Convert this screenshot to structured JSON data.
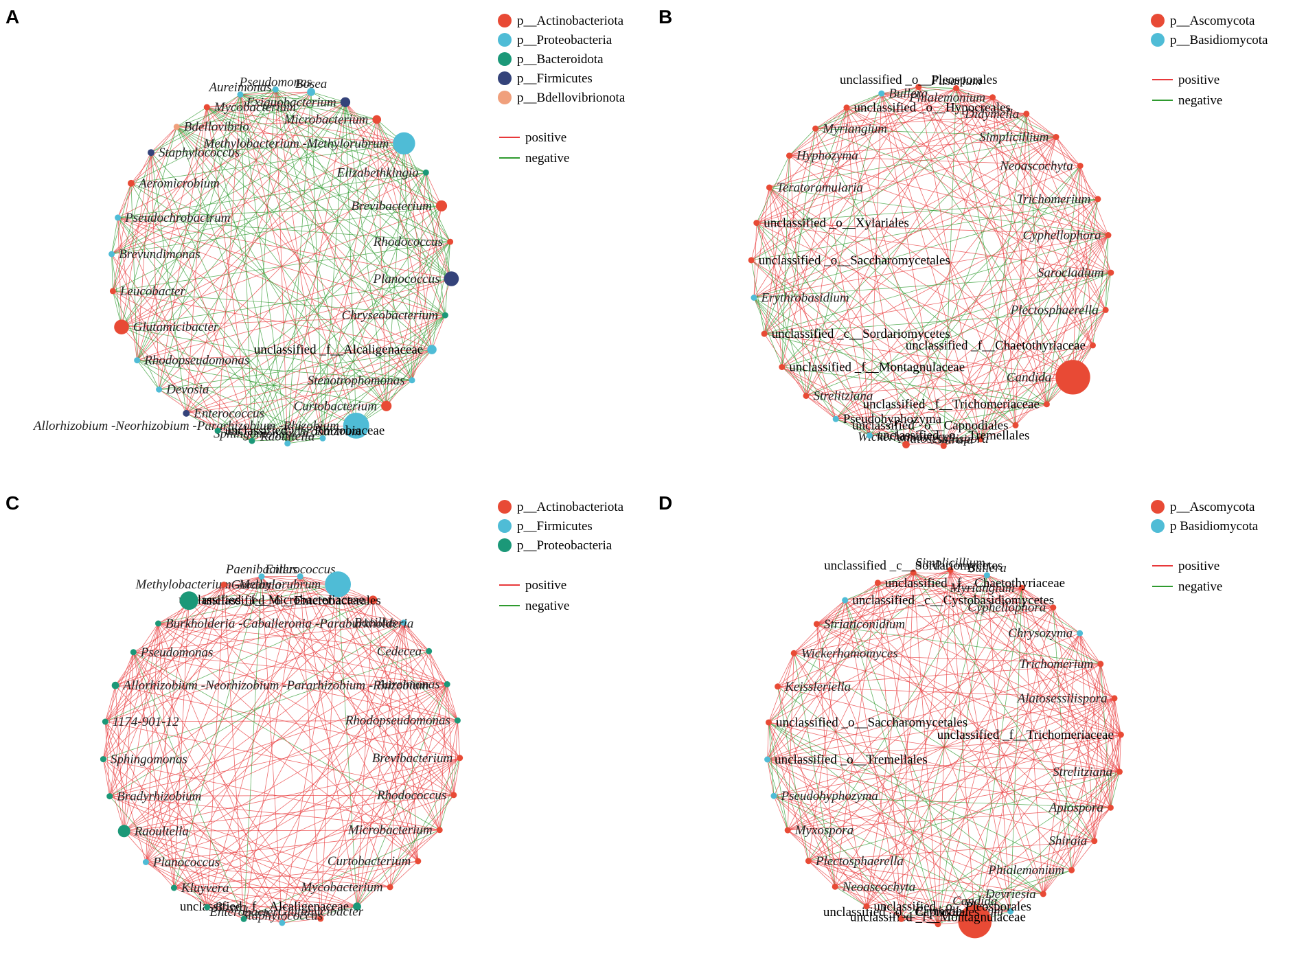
{
  "colors": {
    "positive_edge": "#e8383a",
    "negative_edge": "#2e9a2e",
    "red_node": "#e84a35",
    "blue_node": "#4fbcd6",
    "green_node": "#1b9878",
    "navy_node": "#34437a",
    "salmon_node": "#f0a07c"
  },
  "legend_edges": {
    "positive": "positive",
    "negative": "negative"
  },
  "panels": [
    {
      "id": "A",
      "label": "A",
      "legend": [
        {
          "text": "p__Actinobacteriota",
          "color": "#e84a35"
        },
        {
          "text": "p__Proteobacteria",
          "color": "#4fbcd6"
        },
        {
          "text": "p__Bacteroidota",
          "color": "#1b9878"
        },
        {
          "text": "p__Firmicutes",
          "color": "#34437a"
        },
        {
          "text": "p__Bdellovibrionota",
          "color": "#f0a07c"
        }
      ],
      "nodes": [
        {
          "label": "Pseudomonas",
          "color": "#4fbcd6",
          "size": 1
        },
        {
          "label": "Bosea",
          "color": "#4fbcd6",
          "size": 1.3
        },
        {
          "label": "Exiguobacterium",
          "color": "#34437a",
          "size": 1.6
        },
        {
          "label": "Microbacterium",
          "color": "#e84a35",
          "size": 1.4
        },
        {
          "label": "Methylobacterium -Methylorubrum",
          "color": "#4fbcd6",
          "size": 3.6
        },
        {
          "label": "Elizabethkingia",
          "color": "#1b9878",
          "size": 1
        },
        {
          "label": "Brevibacterium",
          "color": "#e84a35",
          "size": 1.8
        },
        {
          "label": "Rhodococcus",
          "color": "#e84a35",
          "size": 1
        },
        {
          "label": "Planococcus",
          "color": "#34437a",
          "size": 2.4
        },
        {
          "label": "Chryseobacterium",
          "color": "#1b9878",
          "size": 1
        },
        {
          "label": "unclassified _f__Alcaligenaceae",
          "color": "#4fbcd6",
          "size": 1.5,
          "plain": true
        },
        {
          "label": "Stenotrophomonas",
          "color": "#4fbcd6",
          "size": 1
        },
        {
          "label": "Curtobacterium",
          "color": "#e84a35",
          "size": 1.7
        },
        {
          "label": "Allorhizobium -Neorhizobium -Pararhizobium -Rhizobium",
          "color": "#4fbcd6",
          "size": 4.2
        },
        {
          "label": "Ochrobactrum",
          "color": "#4fbcd6",
          "size": 1
        },
        {
          "label": "Raoultella",
          "color": "#4fbcd6",
          "size": 1
        },
        {
          "label": "Sphingomonas",
          "color": "#1b9878",
          "size": 1
        },
        {
          "label": "unclassified _f__Rhizobiaceae",
          "color": "#1b9878",
          "size": 1,
          "plain": true
        },
        {
          "label": "Enterococcus",
          "color": "#34437a",
          "size": 1.1
        },
        {
          "label": "Devosia",
          "color": "#4fbcd6",
          "size": 1
        },
        {
          "label": "Rhodopseudomonas",
          "color": "#4fbcd6",
          "size": 1
        },
        {
          "label": "Glutamicibacter",
          "color": "#e84a35",
          "size": 2.4
        },
        {
          "label": "Leucobacter",
          "color": "#e84a35",
          "size": 1
        },
        {
          "label": "Brevundimonas",
          "color": "#4fbcd6",
          "size": 1
        },
        {
          "label": "Pseudochrobactrum",
          "color": "#4fbcd6",
          "size": 1
        },
        {
          "label": "Aeromicrobium",
          "color": "#e84a35",
          "size": 1.1
        },
        {
          "label": "Staphylococcus",
          "color": "#34437a",
          "size": 1.1
        },
        {
          "label": "Bdellovibrio",
          "color": "#f0a07c",
          "size": 1
        },
        {
          "label": "Mycobacterium",
          "color": "#e84a35",
          "size": 1
        },
        {
          "label": "Aureimonas",
          "color": "#4fbcd6",
          "size": 1
        }
      ]
    },
    {
      "id": "B",
      "label": "B",
      "legend": [
        {
          "text": "p__Ascomycota",
          "color": "#e84a35"
        },
        {
          "text": "p__Basidiomycota",
          "color": "#4fbcd6"
        }
      ],
      "nodes": [
        {
          "label": "Fusarium",
          "color": "#e84a35",
          "size": 1
        },
        {
          "label": "Phialemonium",
          "color": "#e84a35",
          "size": 1
        },
        {
          "label": "Didymella",
          "color": "#e84a35",
          "size": 1
        },
        {
          "label": "Simplicillium",
          "color": "#e84a35",
          "size": 1
        },
        {
          "label": "Neoascochyta",
          "color": "#e84a35",
          "size": 1
        },
        {
          "label": "Trichomerium",
          "color": "#e84a35",
          "size": 1
        },
        {
          "label": "Cyphellophora",
          "color": "#e84a35",
          "size": 1
        },
        {
          "label": "Sarocladium",
          "color": "#e84a35",
          "size": 1
        },
        {
          "label": "Plectosphaerella",
          "color": "#e84a35",
          "size": 1
        },
        {
          "label": "unclassified _f__Chaetothyriaceae",
          "color": "#e84a35",
          "size": 1,
          "plain": true
        },
        {
          "label": "Candida",
          "color": "#e84a35",
          "size": 5.6
        },
        {
          "label": "unclassified _f__Trichomeriaceae",
          "color": "#e84a35",
          "size": 1,
          "plain": true
        },
        {
          "label": "unclassified _o__Capnodiales",
          "color": "#e84a35",
          "size": 1,
          "plain": true
        },
        {
          "label": "Shiraia",
          "color": "#e84a35",
          "size": 1
        },
        {
          "label": "Alatosessilispora",
          "color": "#e84a35",
          "size": 1
        },
        {
          "label": "Wickerhamomyces",
          "color": "#e84a35",
          "size": 1.2
        },
        {
          "label": "unclassified _o__Tremellales",
          "color": "#4fbcd6",
          "size": 1,
          "plain": true
        },
        {
          "label": "Pseudohyphozyma",
          "color": "#4fbcd6",
          "size": 1,
          "plain": true
        },
        {
          "label": "Strelitziana",
          "color": "#e84a35",
          "size": 1
        },
        {
          "label": "unclassified _f__Montagnulaceae",
          "color": "#e84a35",
          "size": 1,
          "plain": true
        },
        {
          "label": "unclassified _c__Sordariomycetes",
          "color": "#e84a35",
          "size": 1,
          "plain": true
        },
        {
          "label": "Erythrobasidium",
          "color": "#4fbcd6",
          "size": 1
        },
        {
          "label": "unclassified _o__Saccharomycetales",
          "color": "#e84a35",
          "size": 1,
          "plain": true
        },
        {
          "label": "unclassified _o__Xylariales",
          "color": "#e84a35",
          "size": 1,
          "plain": true
        },
        {
          "label": "Teratoramularia",
          "color": "#e84a35",
          "size": 1
        },
        {
          "label": "Hyphozyma",
          "color": "#e84a35",
          "size": 1
        },
        {
          "label": "Myriangium",
          "color": "#e84a35",
          "size": 1
        },
        {
          "label": "unclassified _o__Hypocreales",
          "color": "#e84a35",
          "size": 1,
          "plain": true
        },
        {
          "label": "Bullera",
          "color": "#4fbcd6",
          "size": 1
        },
        {
          "label": "unclassified _o__Pleosporales",
          "color": "#e84a35",
          "size": 1,
          "plain": true
        }
      ]
    },
    {
      "id": "C",
      "label": "C",
      "legend": [
        {
          "text": "p__Actinobacteriota",
          "color": "#e84a35"
        },
        {
          "text": "p__Firmicutes",
          "color": "#4fbcd6"
        },
        {
          "text": "p__Proteobacteria",
          "color": "#1b9878"
        }
      ],
      "nodes": [
        {
          "label": "Enterococcus",
          "color": "#4fbcd6",
          "size": 1
        },
        {
          "label": "Methylobacterium -Methylorubrum",
          "color": "#4fbcd6",
          "size": 4.2
        },
        {
          "label": "unclassified _f__Microbacteriaceae",
          "color": "#e84a35",
          "size": 1.4,
          "plain": true
        },
        {
          "label": "Bacillus",
          "color": "#4fbcd6",
          "size": 1
        },
        {
          "label": "Cedecea",
          "color": "#1b9878",
          "size": 1
        },
        {
          "label": "Aureimonas",
          "color": "#1b9878",
          "size": 1
        },
        {
          "label": "Rhodopseudomonas",
          "color": "#1b9878",
          "size": 1
        },
        {
          "label": "Brevibacterium",
          "color": "#e84a35",
          "size": 1
        },
        {
          "label": "Rhodococcus",
          "color": "#e84a35",
          "size": 1
        },
        {
          "label": "Microbacterium",
          "color": "#e84a35",
          "size": 1
        },
        {
          "label": "Curtobacterium",
          "color": "#e84a35",
          "size": 1
        },
        {
          "label": "Mycobacterium",
          "color": "#e84a35",
          "size": 1
        },
        {
          "label": "unclassified _f__Alcaligenaceae",
          "color": "#1b9878",
          "size": 1.3,
          "plain": true
        },
        {
          "label": "Glutamicibacter",
          "color": "#e84a35",
          "size": 1
        },
        {
          "label": "Staphylococcus",
          "color": "#4fbcd6",
          "size": 1
        },
        {
          "label": "Enterobacter",
          "color": "#1b9878",
          "size": 1
        },
        {
          "label": "Bosea",
          "color": "#1b9878",
          "size": 1
        },
        {
          "label": "Kluyvera",
          "color": "#1b9878",
          "size": 1
        },
        {
          "label": "Planococcus",
          "color": "#4fbcd6",
          "size": 1
        },
        {
          "label": "Raoultella",
          "color": "#1b9878",
          "size": 2
        },
        {
          "label": "Bradyrhizobium",
          "color": "#1b9878",
          "size": 1
        },
        {
          "label": "Sphingomonas",
          "color": "#1b9878",
          "size": 1
        },
        {
          "label": "1174-901-12",
          "color": "#1b9878",
          "size": 1
        },
        {
          "label": "Allorhizobium -Neorhizobium -Pararhizobium -Rhizobium",
          "color": "#1b9878",
          "size": 1.2
        },
        {
          "label": "Pseudomonas",
          "color": "#1b9878",
          "size": 1
        },
        {
          "label": "Burkholderia -Caballeronia -Paraburkholderia",
          "color": "#1b9878",
          "size": 1
        },
        {
          "label": "unclassified _o__Enterobacterales",
          "color": "#1b9878",
          "size": 3,
          "plain": true
        },
        {
          "label": "Gordonia",
          "color": "#e84a35",
          "size": 1
        },
        {
          "label": "Paenibacillus",
          "color": "#4fbcd6",
          "size": 1
        }
      ]
    },
    {
      "id": "D",
      "label": "D",
      "legend": [
        {
          "text": "p__Ascomycota",
          "color": "#e84a35"
        },
        {
          "text": "p Basidiomycota",
          "color": "#4fbcd6"
        }
      ],
      "nodes": [
        {
          "label": "Simplicillium",
          "color": "#e84a35",
          "size": 1
        },
        {
          "label": "Bullera",
          "color": "#4fbcd6",
          "size": 1
        },
        {
          "label": "Myriangium",
          "color": "#e84a35",
          "size": 1
        },
        {
          "label": "Cyphellophora",
          "color": "#e84a35",
          "size": 1
        },
        {
          "label": "Chrysozyma",
          "color": "#4fbcd6",
          "size": 1
        },
        {
          "label": "Trichomerium",
          "color": "#e84a35",
          "size": 1
        },
        {
          "label": "Alatosessilispora",
          "color": "#e84a35",
          "size": 1
        },
        {
          "label": "unclassified _f__Trichomeriaceae",
          "color": "#e84a35",
          "size": 1,
          "plain": true
        },
        {
          "label": "Strelitziana",
          "color": "#e84a35",
          "size": 1
        },
        {
          "label": "Apiospora",
          "color": "#e84a35",
          "size": 1
        },
        {
          "label": "Shiraia",
          "color": "#e84a35",
          "size": 1
        },
        {
          "label": "Phialemonium",
          "color": "#e84a35",
          "size": 1
        },
        {
          "label": "Devriesia",
          "color": "#e84a35",
          "size": 1
        },
        {
          "label": "Erythrobasidium",
          "color": "#4fbcd6",
          "size": 1
        },
        {
          "label": "Candida",
          "color": "#e84a35",
          "size": 5.4
        },
        {
          "label": "unclassified _f__Montagnulaceae",
          "color": "#e84a35",
          "size": 1,
          "plain": true
        },
        {
          "label": "unclassified _o__Capnodiales",
          "color": "#e84a35",
          "size": 1,
          "plain": true
        },
        {
          "label": "unclassified _o__Pleosporales",
          "color": "#e84a35",
          "size": 1,
          "plain": true
        },
        {
          "label": "Neoascochyta",
          "color": "#e84a35",
          "size": 1
        },
        {
          "label": "Plectosphaerella",
          "color": "#e84a35",
          "size": 1
        },
        {
          "label": "Myxospora",
          "color": "#e84a35",
          "size": 1
        },
        {
          "label": "Pseudohyphozyma",
          "color": "#4fbcd6",
          "size": 1
        },
        {
          "label": "unclassified _o__Tremellales",
          "color": "#4fbcd6",
          "size": 1,
          "plain": true
        },
        {
          "label": "unclassified _o__Saccharomycetales",
          "color": "#e84a35",
          "size": 1,
          "plain": true
        },
        {
          "label": "Keissleriella",
          "color": "#e84a35",
          "size": 1
        },
        {
          "label": "Wickerhamomyces",
          "color": "#e84a35",
          "size": 1
        },
        {
          "label": "Striaticonidium",
          "color": "#e84a35",
          "size": 1
        },
        {
          "label": "unclassified _c__Cystobasidiomycetes",
          "color": "#4fbcd6",
          "size": 1,
          "plain": true
        },
        {
          "label": "unclassified _f__Chaetothyriaceae",
          "color": "#e84a35",
          "size": 1,
          "plain": true
        },
        {
          "label": "unclassified _c__Sordariomycetes",
          "color": "#e84a35",
          "size": 1,
          "plain": true
        }
      ]
    }
  ]
}
